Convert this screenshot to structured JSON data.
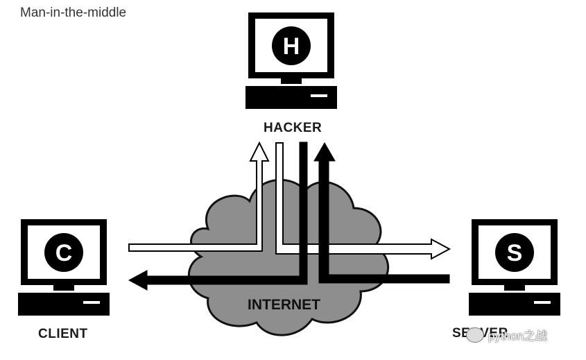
{
  "diagram": {
    "title": "Man-in-the-middle",
    "nodes": {
      "hacker": {
        "label": "HACKER",
        "letter": "H"
      },
      "client": {
        "label": "CLIENT",
        "letter": "C"
      },
      "server": {
        "label": "SERVER",
        "letter": "S"
      }
    },
    "network": {
      "label": "INTERNET"
    },
    "edges": [
      {
        "from": "client",
        "to": "hacker",
        "style": "hollow"
      },
      {
        "from": "hacker",
        "to": "server",
        "style": "hollow"
      },
      {
        "from": "server",
        "to": "hacker",
        "style": "solid"
      },
      {
        "from": "hacker",
        "to": "client",
        "style": "solid"
      }
    ]
  },
  "watermark": {
    "text": "python之战"
  },
  "colors": {
    "cloud_fill": "#8e8e8e",
    "cloud_stroke": "#111111",
    "monitor": "#000000",
    "screen": "#ffffff"
  }
}
